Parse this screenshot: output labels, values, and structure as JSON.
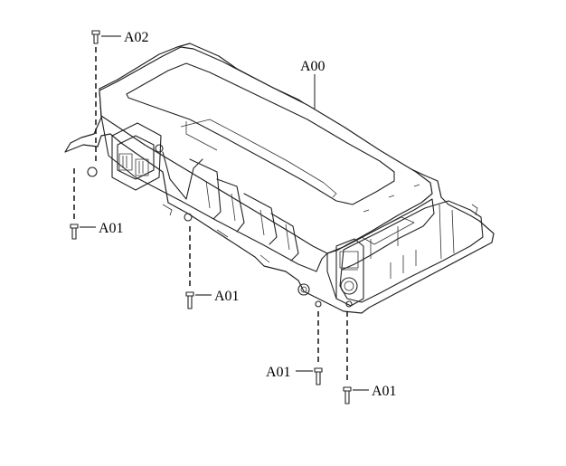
{
  "callouts": {
    "assembly": "A00",
    "top_bolt": "A02",
    "left_bolt": "A01",
    "middle_bolt": "A01",
    "front_bolt_1": "A01",
    "front_bolt_2": "A01"
  },
  "colors": {
    "line": "#222222",
    "background": "#ffffff"
  }
}
